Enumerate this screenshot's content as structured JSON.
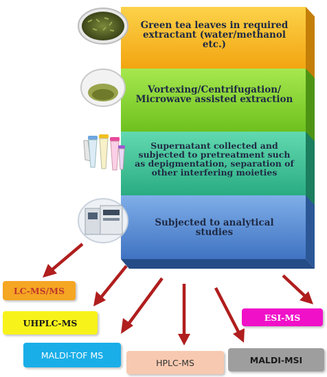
{
  "steps": [
    {
      "text": "Green tea leaves in required extractant (water/methanol etc.)",
      "color": "#f9b71a",
      "icon": "tea-leaves-bowl-icon"
    },
    {
      "text": "Vortexing/Centrifugation/ Microwave assisted extraction",
      "color": "#86d330",
      "icon": "tea-cup-icon"
    },
    {
      "text": "Supernatant collected and subjected to pretreatment such as depigmentation, separation of other interfering moieties",
      "color": "#3fc49a",
      "icon": "test-tubes-icon"
    },
    {
      "text": "Subjected to analytical studies",
      "color": "#5b8fd6",
      "icon": "analytical-instrument-icon"
    }
  ],
  "techniques": [
    {
      "id": "lc-ms-ms",
      "label": "LC-MS/MS",
      "bg": "#f5a623",
      "fg": "#c0392b"
    },
    {
      "id": "uhplc-ms",
      "label": "UHPLC-MS",
      "bg": "#f7f31a",
      "fg": "#1a1a1a"
    },
    {
      "id": "maldi-tof-ms",
      "label": "MALDI-TOF MS",
      "bg": "#1aaee8",
      "fg": "#ffffff"
    },
    {
      "id": "hplc-ms",
      "label": "HPLC-MS",
      "bg": "#f7c9b0",
      "fg": "#333333"
    },
    {
      "id": "maldi-msi",
      "label": "MALDI-MSI",
      "bg": "#9e9e9e",
      "fg": "#1a1a1a"
    },
    {
      "id": "esi-ms",
      "label": "ESI-MS",
      "bg": "#f010c8",
      "fg": "#ffffff"
    }
  ],
  "arrow_color": "#b01e1e"
}
